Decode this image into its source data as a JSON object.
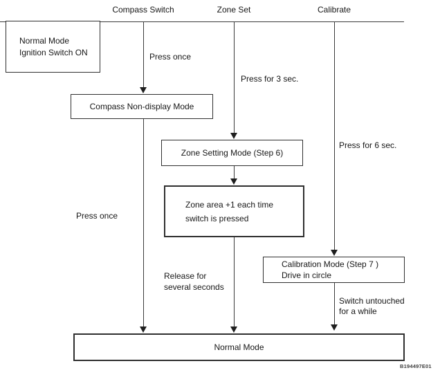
{
  "figure": {
    "code": "B194497E01",
    "colors": {
      "background": "#ffffff",
      "line": "#3a3a3a",
      "text": "#161616",
      "box_border": "#2e2e2e"
    }
  },
  "columns": {
    "compass_switch": "Compass Switch",
    "zone_set": "Zone Set",
    "calibrate": "Calibrate"
  },
  "boxes": {
    "start": {
      "line1": "Normal Mode",
      "line2": "Ignition Switch ON"
    },
    "compass_nondisplay": "Compass Non-display Mode",
    "zone_setting": "Zone Setting Mode (Step 6)",
    "zone_area": {
      "line1": "Zone area +1 each time",
      "line2": "switch is pressed"
    },
    "calibration": {
      "line1": "Calibration Mode (Step 7 )",
      "line2": "Drive in circle"
    },
    "normal": "Normal Mode"
  },
  "edges": {
    "press_once_top": "Press once",
    "press_3sec": "Press for 3 sec.",
    "press_once_left": "Press once",
    "press_6sec": "Press for 6 sec.",
    "release": {
      "line1": "Release for",
      "line2": "several seconds"
    },
    "untouched": {
      "line1": "Switch untouched",
      "line2": "for a while"
    }
  }
}
